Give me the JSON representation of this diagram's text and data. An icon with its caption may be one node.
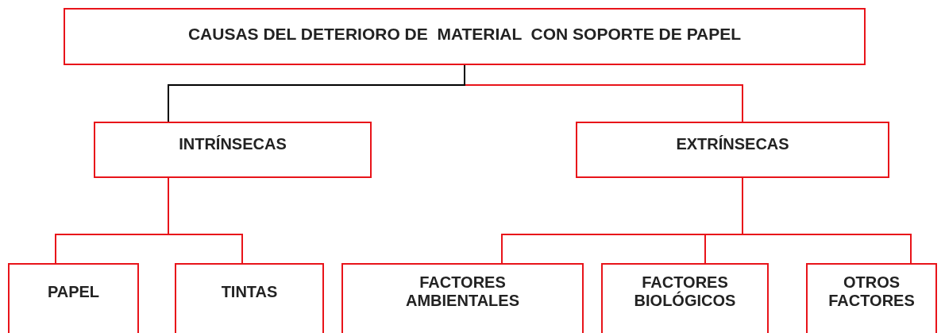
{
  "diagram": {
    "nodes": [
      {
        "text": [
          "CAUSAS DEL DETERIORO DE  MATERIAL  CON SOPORTE DE PAPEL"
        ]
      },
      {
        "text": [
          "INTRÍNSECAS"
        ]
      },
      {
        "text": [
          "EXTRÍNSECAS"
        ]
      },
      {
        "text": [
          "PAPEL"
        ]
      },
      {
        "text": [
          "TINTAS"
        ]
      },
      {
        "text": [
          "FACTORES AMBIENTALES"
        ]
      },
      {
        "text": [
          "FACTORES BIOLÓGICOS"
        ]
      },
      {
        "text": [
          "OTROS FACTORES"
        ]
      }
    ],
    "edges": [
      {
        "from": 0,
        "to": 1,
        "arrow": "none",
        "color": "#000000"
      },
      {
        "from": 0,
        "to": 2,
        "arrow": "none"
      },
      {
        "from": 1,
        "to": 3,
        "arrow": "none"
      },
      {
        "from": 1,
        "to": 4,
        "arrow": "none"
      },
      {
        "from": 2,
        "to": 5,
        "arrow": "none"
      },
      {
        "from": 2,
        "to": 6,
        "arrow": "none"
      },
      {
        "from": 2,
        "to": 7,
        "arrow": "none"
      }
    ]
  }
}
